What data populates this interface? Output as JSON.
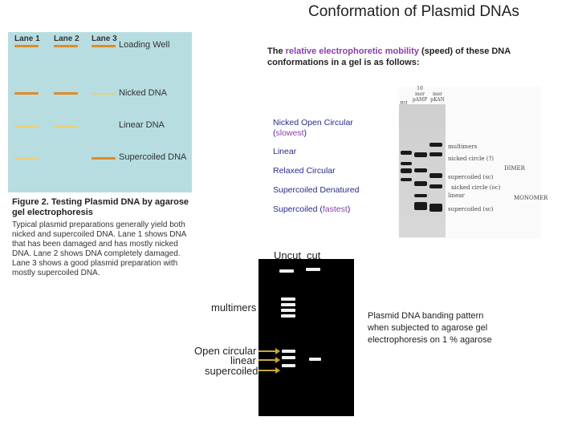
{
  "title": "Conformation of Plasmid DNAs",
  "figure2": {
    "lanes": [
      "Lane 1",
      "Lane 2",
      "Lane 3"
    ],
    "band_labels": [
      "Loading Well",
      "Nicked DNA",
      "Linear DNA",
      "Supercoiled DNA"
    ],
    "caption": "Figure 2. Testing Plasmid DNA by agarose gel electrophoresis",
    "description": "Typical plasmid preparations generally yield both nicked and supercoiled DNA. Lane 1 shows DNA that has been damaged and has mostly nicked DNA. Lane 2 shows DNA completely damaged. Lane 3 shows a good plasmid preparation with mostly supercoiled DNA."
  },
  "mobility": {
    "intro_a": "The ",
    "intro_hl": "relative electrophoretic mobility",
    "intro_b": " (speed) of these DNA conformations in a gel is as follows:",
    "items": [
      {
        "label": "Nicked Open Circular",
        "note": "slowest"
      },
      {
        "label": "Linear"
      },
      {
        "label": "Relaxed Circular"
      },
      {
        "label": "Supercoiled Denatured"
      },
      {
        "label": "Supercoiled",
        "note": "fastest"
      }
    ]
  },
  "photo_gel": {
    "headers": [
      "BII",
      "10\nmer\npAMP",
      "mer\npKAN"
    ],
    "labels": [
      "multimers",
      "nicked circle (?)",
      "DIMER",
      "supercoiled (sc)",
      "nicked circle (oc)",
      "linear",
      "MONOMER",
      "supercoiled (sc)"
    ]
  },
  "black_gel": {
    "lane_labels": [
      "Uncut",
      "cut"
    ],
    "band_labels": [
      "multimers",
      "Open circular",
      "linear",
      "supercoiled"
    ],
    "caption": "Plasmid DNA banding pattern when subjected to agarose gel electrophoresis on 1 % agarose"
  }
}
